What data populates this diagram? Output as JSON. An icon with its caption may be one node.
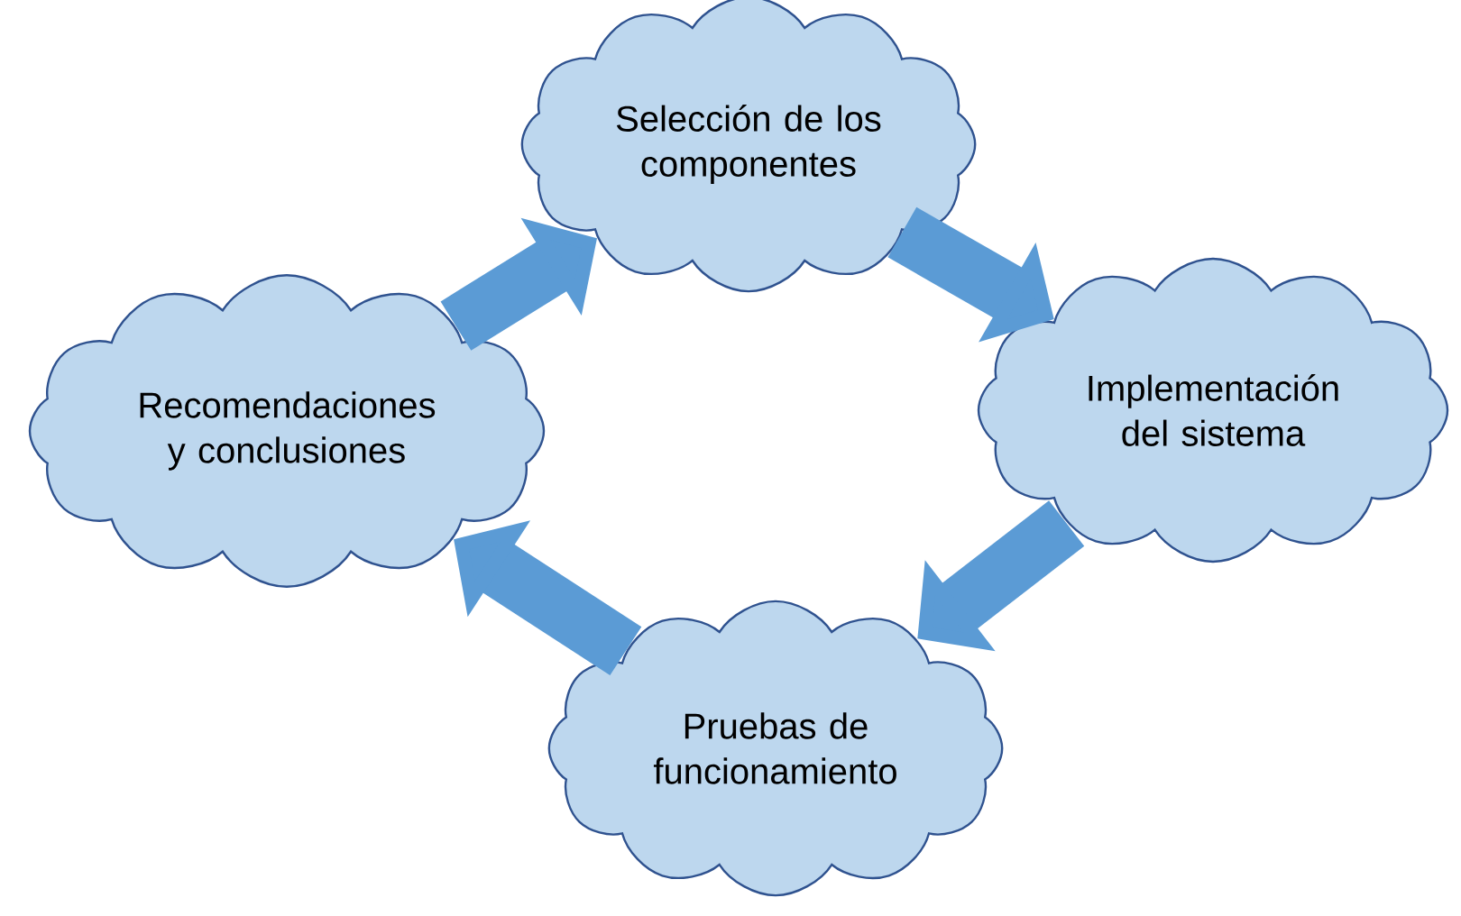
{
  "diagram": {
    "nodes": [
      {
        "text": [
          "Selección de los componentes"
        ]
      },
      {
        "text": [
          "Recomendaciones y conclusiones"
        ]
      },
      {
        "text": [
          "Implementación del sistema"
        ]
      },
      {
        "text": [
          "Pruebas de funcionamiento"
        ]
      }
    ],
    "edges": [
      {
        "from": 1,
        "to": 0,
        "arrow": "to"
      },
      {
        "from": 0,
        "to": 2,
        "arrow": "to"
      },
      {
        "from": 2,
        "to": 3,
        "arrow": "to"
      },
      {
        "from": 3,
        "to": 1,
        "arrow": "to"
      }
    ]
  }
}
